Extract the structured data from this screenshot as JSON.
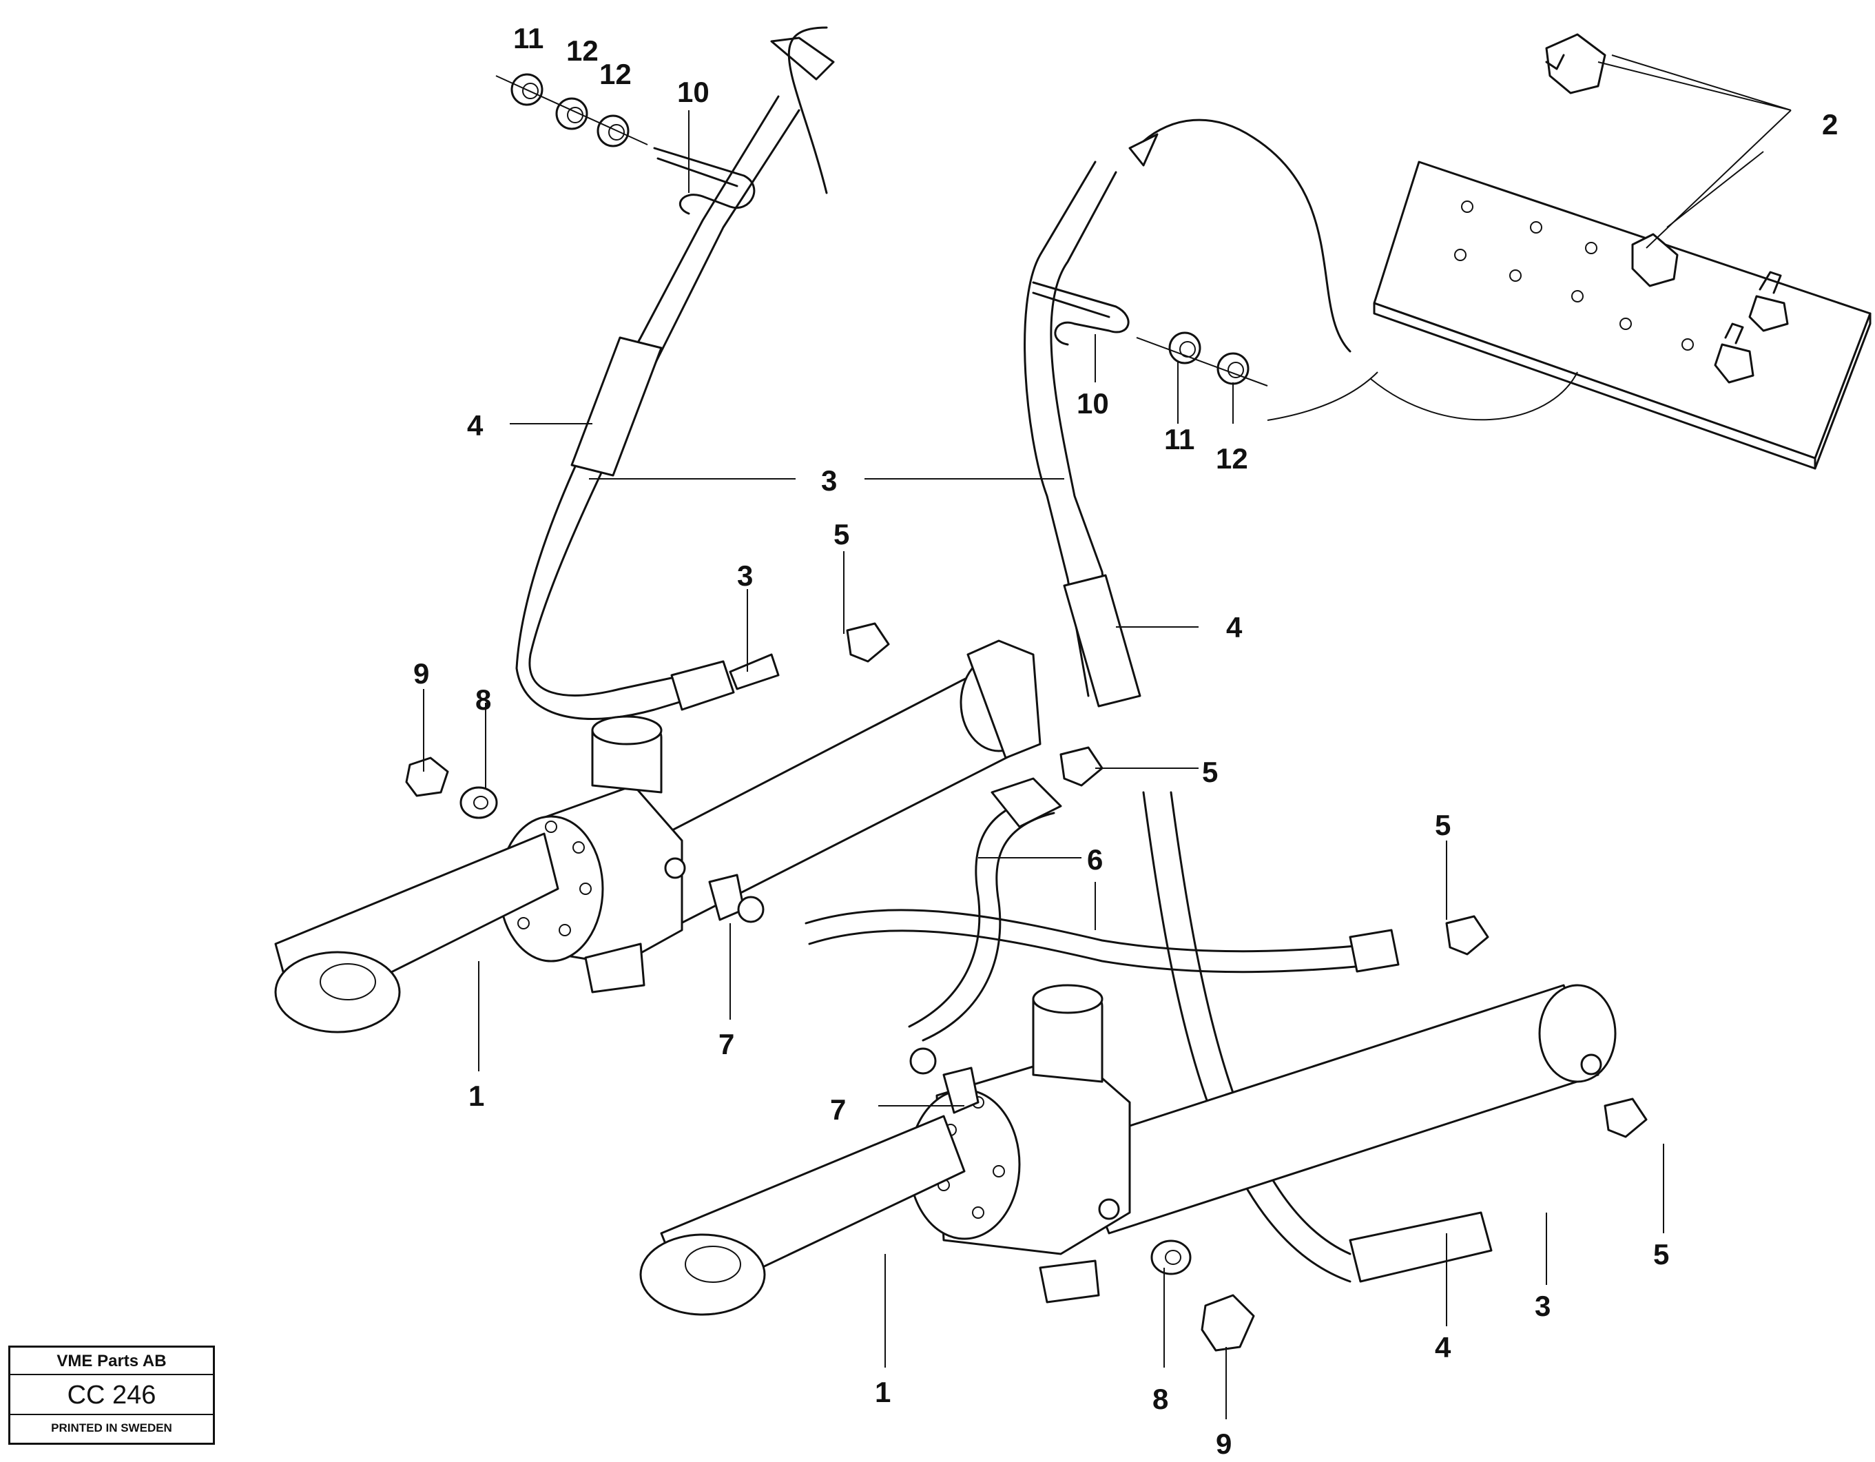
{
  "title_block": {
    "company": "VME Parts AB",
    "code": "CC 246",
    "printed": "PRINTED IN SWEDEN"
  },
  "callouts": {
    "c1a": "1",
    "c1b": "1",
    "c2": "2",
    "c3a": "3",
    "c3b": "3",
    "c3c": "3",
    "c4a": "4",
    "c4b": "4",
    "c4c": "4",
    "c5a": "5",
    "c5b": "5",
    "c5c": "5",
    "c5d": "5",
    "c6": "6",
    "c7a": "7",
    "c7b": "7",
    "c8a": "8",
    "c8b": "8",
    "c9a": "9",
    "c9b": "9",
    "c10a": "10",
    "c10b": "10",
    "c11a": "11",
    "c11b": "11",
    "c12a": "12",
    "c12b": "12",
    "c12c": "12"
  }
}
